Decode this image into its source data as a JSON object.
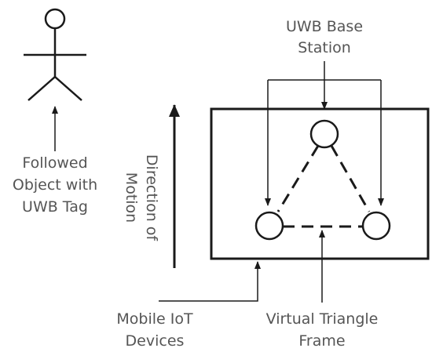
{
  "labels": {
    "followed_line1": "Followed",
    "followed_line2": "Object with",
    "followed_line3": "UWB Tag",
    "base_line1": "UWB Base",
    "base_line2": "Station",
    "direction_line1": "Direction of",
    "direction_line2": "Motion",
    "mobile_line1": "Mobile IoT",
    "mobile_line2": "Devices",
    "virtual_line1": "Virtual Triangle",
    "virtual_line2": "Frame"
  },
  "icons": {
    "person": "stick-figure-icon",
    "base_station": "circle-node-icon"
  },
  "colors": {
    "line": "#1a1a1a",
    "text": "#555555",
    "background": "#ffffff"
  }
}
